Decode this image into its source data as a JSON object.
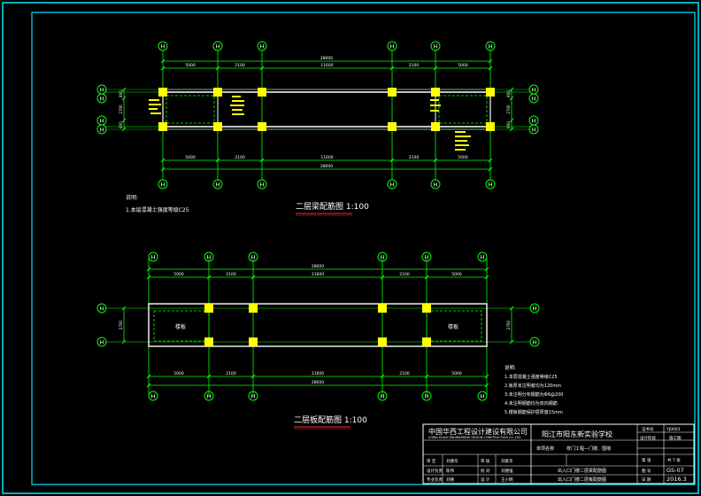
{
  "colors": {
    "background": "#000000",
    "frame": "#00e5ff",
    "grid": "#00ff00",
    "column": "#ffff00",
    "beam": "#ffffff",
    "text": "#ffffff",
    "title_underline": "#ff2a2a"
  },
  "plan1": {
    "title": "二层梁配筋图 1:100",
    "axis_marks": [
      "H",
      "H",
      "H",
      "H",
      "H",
      "H",
      "H",
      "H"
    ],
    "row_marks": [
      "H",
      "H",
      "H",
      "H"
    ],
    "dims_top": [
      "5000",
      "2100",
      "11600",
      "2100",
      "5000"
    ],
    "dims_bottom": [
      "5000",
      "2100",
      "11600",
      "2100",
      "5000"
    ],
    "overall": "28000",
    "dims_side_left": [
      "800",
      "2700",
      "800"
    ],
    "dims_side_right": [
      "800",
      "2700",
      "800"
    ],
    "note_title": "说明:",
    "notes": [
      "1.本层混凝土强度等级C25"
    ]
  },
  "plan2": {
    "title": "二层板配筋图 1:100",
    "axis_marks": [
      "H",
      "H",
      "H",
      "H",
      "H",
      "H"
    ],
    "row_marks": [
      "H",
      "H"
    ],
    "dims_top": [
      "5000",
      "2100",
      "11600",
      "2100",
      "5000"
    ],
    "dims_bottom": [
      "5000",
      "2100",
      "11600",
      "2100",
      "5000"
    ],
    "overall": "28000",
    "dims_side": [
      "2700"
    ],
    "slab_labels": [
      "楼板",
      "楼板"
    ],
    "note_title": "说明:",
    "notes": [
      "1.本层混凝土强度等级C25",
      "2.板厚未注明者均为120mm",
      "3.未注明分布钢筋为Φ6@200",
      "4.未注明钢筋均为双向钢筋",
      "5.楼板钢筋保护层厚度15mm"
    ]
  },
  "title_block": {
    "company_cn": "中国华西工程设计建设有限公司",
    "company_en": "CHINA HUAXI ENGINEERING DESIGN CONSTRUCTION CO.,LTD",
    "project": "阳江市阳东新实验学校",
    "subproject_label": "单项名称",
    "subproject": "校门工程—门楼、围墙",
    "drawing_line1": "出入口门楼二层梁配筋图",
    "drawing_line2": "出入口门楼二层板配筋图",
    "cert_label": "证书号",
    "cert_value": "YJ0003",
    "phase_label": "设计阶段",
    "phase_value": "施工图",
    "sheet_label": "第 张",
    "sheet_value": "共 7 张",
    "no_label": "图 号",
    "no_value": "GS-07",
    "date_label": "日 期",
    "date_value": "2016.3",
    "role1": "审 定",
    "name1": "刘德华",
    "role2": "审 核",
    "name2": "刘家华",
    "role3": "设计负责",
    "name3": "陈伟",
    "role4": "校 对",
    "name4": "刘德强",
    "role5": "专业负责",
    "name5": "刘德",
    "role6": "设 计",
    "name6": "王小明"
  }
}
